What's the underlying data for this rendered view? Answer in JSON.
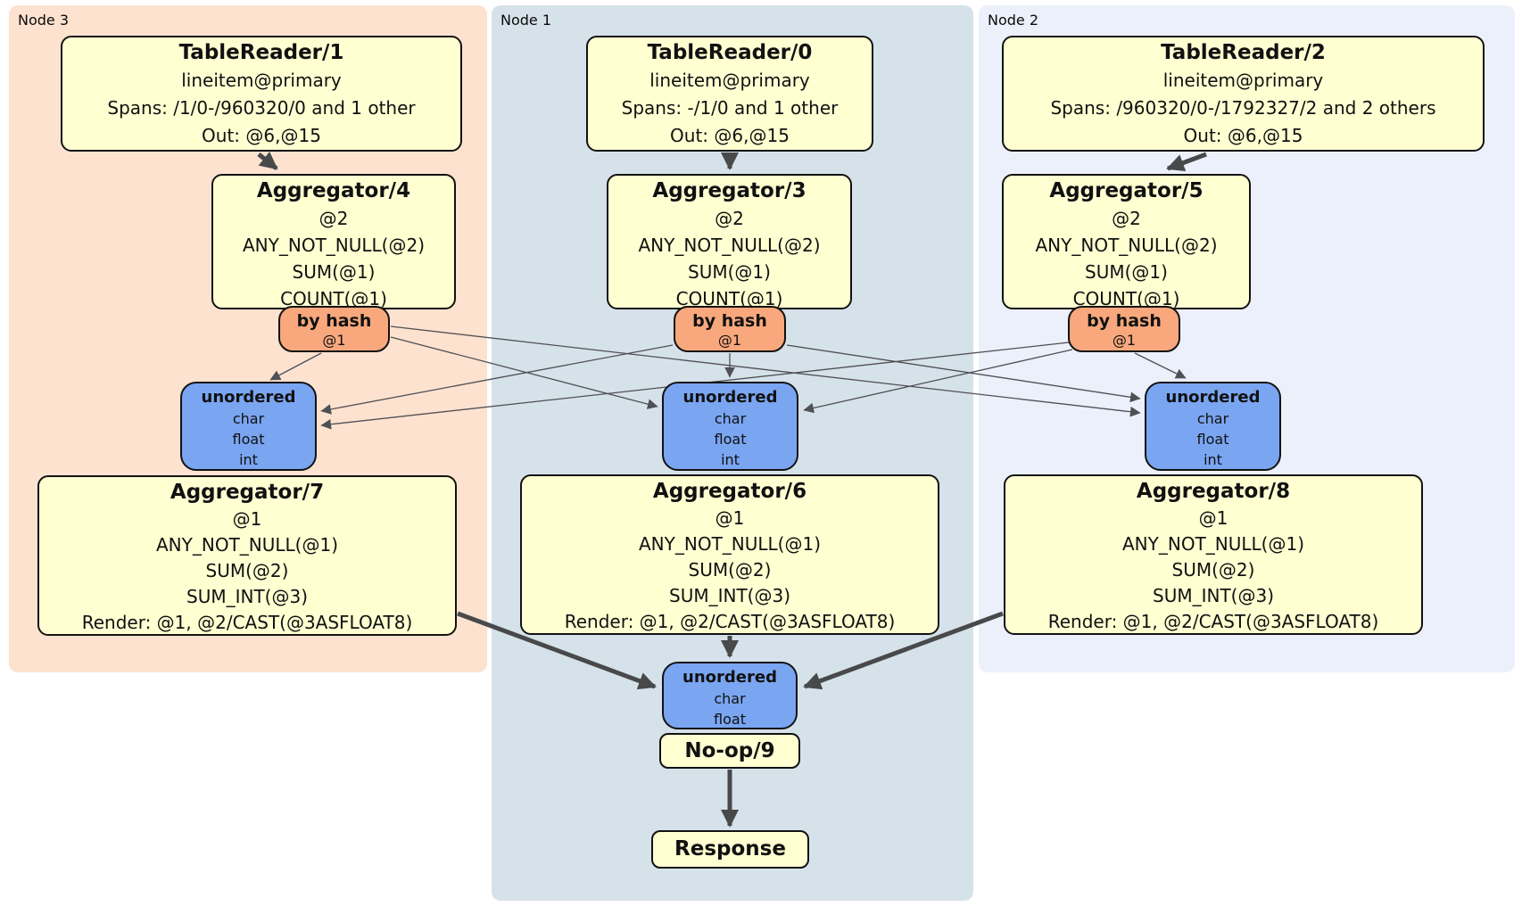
{
  "diagram": {
    "node3": {
      "label": "Node 3",
      "table_reader": {
        "title": "TableReader/1",
        "index": "lineitem@primary",
        "spans": "Spans: /1/0-/960320/0 and 1 other",
        "out": "Out: @6,@15"
      },
      "aggregator": {
        "title": "Aggregator/4",
        "group": "@2",
        "fns": [
          "ANY_NOT_NULL(@2)",
          "SUM(@1)",
          "COUNT(@1)"
        ]
      },
      "router": {
        "title": "by hash",
        "key": "@1"
      },
      "sync": {
        "title": "unordered",
        "columns": [
          "char",
          "float",
          "int"
        ]
      },
      "final_aggregator": {
        "title": "Aggregator/7",
        "group": "@1",
        "fns": [
          "ANY_NOT_NULL(@1)",
          "SUM(@2)",
          "SUM_INT(@3)"
        ],
        "render": "Render: @1, @2/CAST(@3ASFLOAT8)"
      }
    },
    "node1": {
      "label": "Node 1",
      "table_reader": {
        "title": "TableReader/0",
        "index": "lineitem@primary",
        "spans": "Spans: -/1/0 and 1 other",
        "out": "Out: @6,@15"
      },
      "aggregator": {
        "title": "Aggregator/3",
        "group": "@2",
        "fns": [
          "ANY_NOT_NULL(@2)",
          "SUM(@1)",
          "COUNT(@1)"
        ]
      },
      "router": {
        "title": "by hash",
        "key": "@1"
      },
      "sync": {
        "title": "unordered",
        "columns": [
          "char",
          "float",
          "int"
        ]
      },
      "final_aggregator": {
        "title": "Aggregator/6",
        "group": "@1",
        "fns": [
          "ANY_NOT_NULL(@1)",
          "SUM(@2)",
          "SUM_INT(@3)"
        ],
        "render": "Render: @1, @2/CAST(@3ASFLOAT8)"
      }
    },
    "node2": {
      "label": "Node 2",
      "table_reader": {
        "title": "TableReader/2",
        "index": "lineitem@primary",
        "spans": "Spans: /960320/0-/1792327/2 and 2 others",
        "out": "Out: @6,@15"
      },
      "aggregator": {
        "title": "Aggregator/5",
        "group": "@2",
        "fns": [
          "ANY_NOT_NULL(@2)",
          "SUM(@1)",
          "COUNT(@1)"
        ]
      },
      "router": {
        "title": "by hash",
        "key": "@1"
      },
      "sync": {
        "title": "unordered",
        "columns": [
          "char",
          "float",
          "int"
        ]
      },
      "final_aggregator": {
        "title": "Aggregator/8",
        "group": "@1",
        "fns": [
          "ANY_NOT_NULL(@1)",
          "SUM(@2)",
          "SUM_INT(@3)"
        ],
        "render": "Render: @1, @2/CAST(@3ASFLOAT8)"
      }
    },
    "final": {
      "sync": {
        "title": "unordered",
        "columns": [
          "char",
          "float"
        ]
      },
      "noop": {
        "title": "No-op/9"
      },
      "response": {
        "title": "Response"
      }
    }
  },
  "colors": {
    "processor_fill": "#ffffd2",
    "router_fill": "#f8a87c",
    "sync_fill": "#7aa5f1",
    "node3_background": "#fde2d0",
    "node1_background": "#d6e2e9",
    "node2_background": "#ecf0fa",
    "edge": "#48494b"
  }
}
